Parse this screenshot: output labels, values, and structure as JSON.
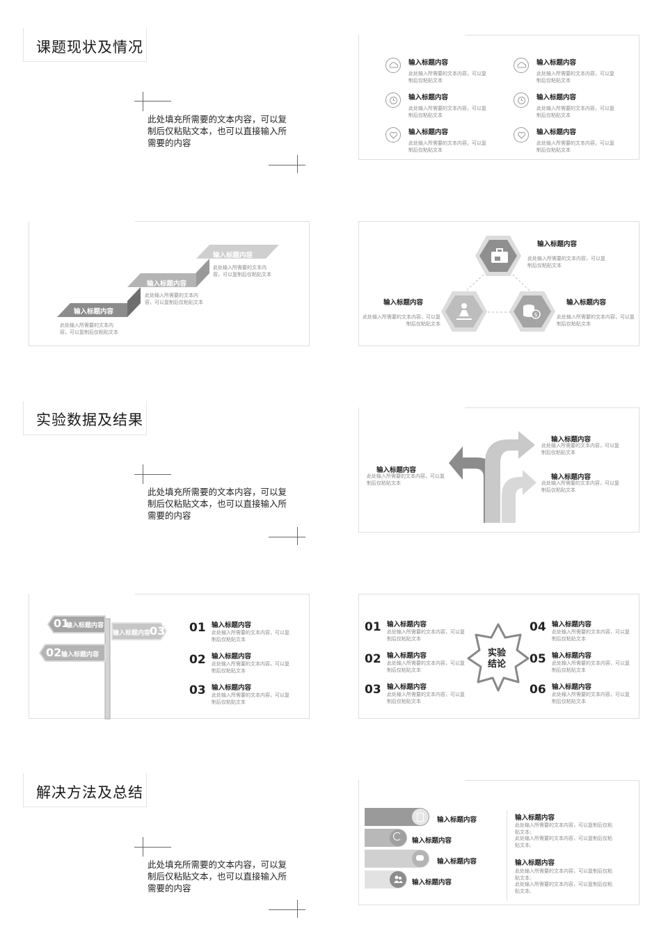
{
  "sections": [
    {
      "title": "课题现状及情况",
      "intro": "此处填充所需要的文本内容，可以复制后仅粘贴文本，也可以直接输入所需要的内容"
    },
    {
      "title": "实验数据及结果",
      "intro": "此处填充所需要的文本内容，可以复制后仅粘贴文本，也可以直接输入所需要的内容"
    },
    {
      "title": "解决方法及总结",
      "intro": "此处填充所需要的文本内容，可以复制后仅粘贴文本，也可以直接输入所需要的内容"
    }
  ],
  "slide_icons": {
    "items": [
      {
        "icon": "cloud-icon",
        "title": "输入标题内容",
        "text": "此处输入所需要的文本内容，可以复制后仅粘贴文本"
      },
      {
        "icon": "cloud-icon",
        "title": "输入标题内容",
        "text": "此处输入所需要的文本内容，可以复制后仅粘贴文本"
      },
      {
        "icon": "clock-icon",
        "title": "输入标题内容",
        "text": "此处输入所需要的文本内容，可以复制后仅粘贴文本"
      },
      {
        "icon": "clock-icon",
        "title": "输入标题内容",
        "text": "此处输入所需要的文本内容，可以复制后仅粘贴文本"
      },
      {
        "icon": "heart-icon",
        "title": "输入标题内容",
        "text": "此处输入所需要的文本内容，可以复制后仅粘贴文本"
      },
      {
        "icon": "heart-icon",
        "title": "输入标题内容",
        "text": "此处输入所需要的文本内容，可以复制后仅粘贴文本"
      }
    ]
  },
  "slide_stairs": {
    "steps": [
      {
        "title": "输入标题内容",
        "text": "此处输入所需要的文本内容，可以复制后仅粘贴文本"
      },
      {
        "title": "输入标题内容",
        "text": "此处输入所需要的文本内容，可以复制后仅粘贴文本"
      },
      {
        "title": "输入标题内容",
        "text": "此处输入所需要的文本内容，可以复制后仅粘贴文本"
      }
    ]
  },
  "slide_hex": {
    "items": [
      {
        "icon": "briefcase-icon",
        "title": "输入标题内容",
        "text": "此处输入所需要的文本内容，可以复制后仅粘贴文本"
      },
      {
        "icon": "person-icon",
        "title": "输入标题内容",
        "text": "此处输入所需要的文本内容，可以复制后仅粘贴文本"
      },
      {
        "icon": "coins-icon",
        "title": "输入标题内容",
        "text": "此处输入所需要的文本内容，可以复制后仅粘贴文本"
      }
    ]
  },
  "slide_arrows": {
    "items": [
      {
        "title": "输入标题内容",
        "text": "此处输入所需要的文本内容，可以复制后仅粘贴文本"
      },
      {
        "title": "输入标题内容",
        "text": "此处输入所需要的文本内容，可以复制后仅粘贴文本"
      },
      {
        "title": "输入标题内容",
        "text": "此处输入所需要的文本内容，可以复制后仅粘贴文本"
      }
    ]
  },
  "slide_signpost": {
    "signs": [
      {
        "num": "01",
        "title": "输入标题内容"
      },
      {
        "num": "02",
        "title": "输入标题内容"
      },
      {
        "num": "03",
        "title": "输入标题内容"
      }
    ],
    "items": [
      {
        "num": "01",
        "title": "输入标题内容",
        "text": "此处输入所需要的文本内容，可以复制后仅粘贴文本"
      },
      {
        "num": "02",
        "title": "输入标题内容",
        "text": "此处输入所需要的文本内容，可以复制后仅粘贴文本"
      },
      {
        "num": "03",
        "title": "输入标题内容",
        "text": "此处输入所需要的文本内容，可以复制后仅粘贴文本"
      }
    ]
  },
  "slide_conclusion": {
    "center_line1": "实验",
    "center_line2": "结论",
    "items": [
      {
        "num": "01",
        "title": "输入标题内容",
        "text": "此处输入所需要的文本内容，可以复制后仅粘贴文本"
      },
      {
        "num": "02",
        "title": "输入标题内容",
        "text": "此处输入所需要的文本内容，可以复制后仅粘贴文本"
      },
      {
        "num": "03",
        "title": "输入标题内容",
        "text": "此处输入所需要的文本内容，可以复制后仅粘贴文本"
      },
      {
        "num": "04",
        "title": "输入标题内容",
        "text": "此处输入所需要的文本内容，可以复制后仅粘贴文本"
      },
      {
        "num": "05",
        "title": "输入标题内容",
        "text": "此处输入所需要的文本内容，可以复制后仅粘贴文本"
      },
      {
        "num": "06",
        "title": "输入标题内容",
        "text": "此处输入所需要的文本内容，可以复制后仅粘贴文本"
      }
    ]
  },
  "slide_bars": {
    "bars": [
      {
        "icon": "document-icon",
        "title": "输入标题内容"
      },
      {
        "icon": "refresh-icon",
        "title": "输入标题内容"
      },
      {
        "icon": "chat-icon",
        "title": "输入标题内容"
      },
      {
        "icon": "users-icon",
        "title": "输入标题内容"
      }
    ],
    "right": [
      {
        "title": "输入标题内容",
        "line1": "此处输入所需要的文本内容，可以复制后仅粘贴文本;",
        "line2": "此处输入所需要的文本内容，可以复制后仅粘贴文本;"
      },
      {
        "title": "输入标题内容",
        "line1": "此处输入所需要的文本内容，可以复制后仅粘贴文本;",
        "line2": "此处输入所需要的文本内容，可以复制后仅粘贴文本;"
      }
    ]
  }
}
